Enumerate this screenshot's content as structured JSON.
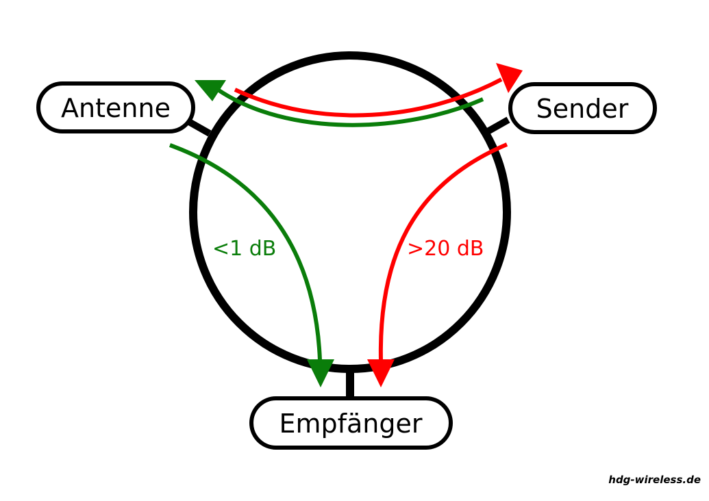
{
  "ports": {
    "antenna": {
      "label": "Antenne"
    },
    "transmitter": {
      "label": "Sender"
    },
    "receiver": {
      "label": "Empfänger"
    }
  },
  "paths": {
    "antenna_to_receiver": {
      "loss_label": "<1 dB",
      "color": "#0a7d0a"
    },
    "transmitter_to_receiver": {
      "loss_label": ">20 dB",
      "color": "#ff0000"
    },
    "transmitter_to_antenna": {
      "color": "#0a7d0a"
    },
    "antenna_to_transmitter": {
      "color": "#ff0000"
    }
  },
  "credit": "hdg-wireless.de"
}
